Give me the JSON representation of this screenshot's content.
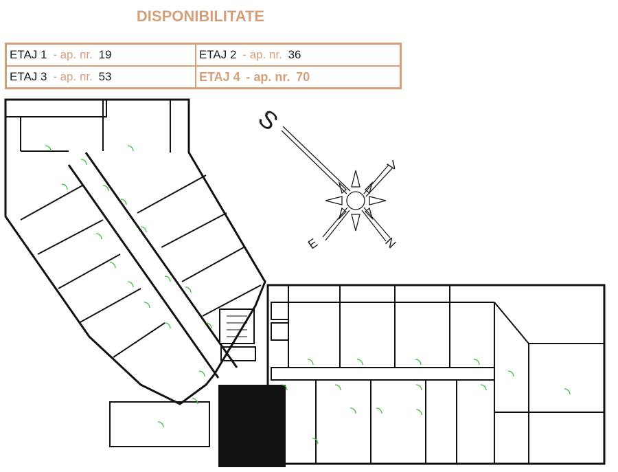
{
  "title": "DISPONIBILITATE",
  "colors": {
    "accent": "#d4a07a",
    "text": "#1a1a1a",
    "door": "#3dbb3d",
    "wall": "#111111"
  },
  "availability": [
    {
      "floor": "ETAJ 1",
      "sep": "- ap. nr.",
      "count": "19",
      "highlight": false
    },
    {
      "floor": "ETAJ 2",
      "sep": "- ap. nr.",
      "count": "36",
      "highlight": false
    },
    {
      "floor": "ETAJ  3",
      "sep": "- ap. nr.",
      "count": "53",
      "highlight": false
    },
    {
      "floor": "ETAJ 4",
      "sep": "- ap. nr.",
      "count": "70",
      "highlight": true
    }
  ],
  "compass": {
    "S": "S",
    "V": "V",
    "E": "E",
    "N": "N"
  }
}
